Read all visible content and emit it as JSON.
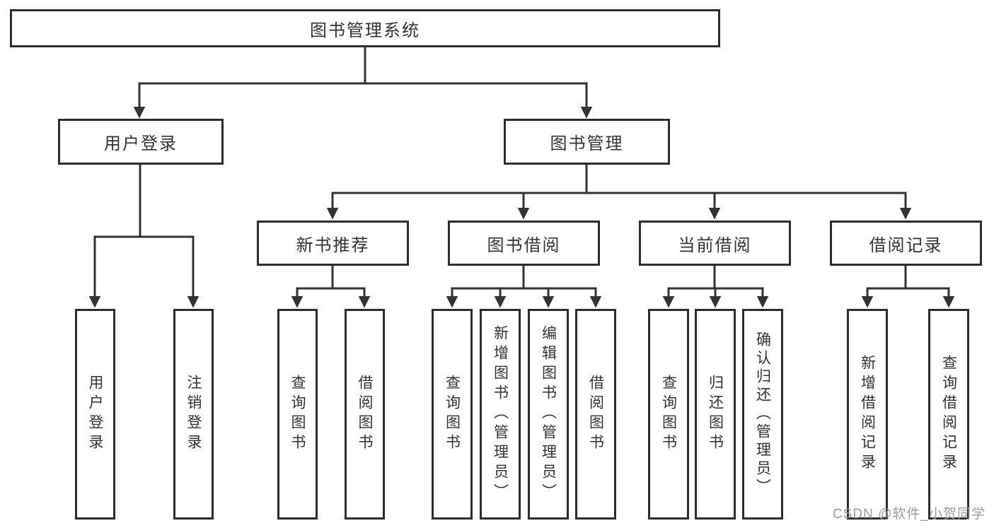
{
  "tree": {
    "root": {
      "label": "图书管理系统",
      "children": [
        {
          "label": "用户登录",
          "children": [
            {
              "label": "用户登录"
            },
            {
              "label": "注销登录"
            }
          ]
        },
        {
          "label": "图书管理",
          "children": [
            {
              "label": "新书推荐",
              "children": [
                {
                  "label": "查询图书"
                },
                {
                  "label": "借阅图书"
                }
              ]
            },
            {
              "label": "图书借阅",
              "children": [
                {
                  "label": "查询图书"
                },
                {
                  "label": "新增图书（管理员）"
                },
                {
                  "label": "编辑图书（管理员）"
                },
                {
                  "label": "借阅图书"
                }
              ]
            },
            {
              "label": "当前借阅",
              "children": [
                {
                  "label": "查询图书"
                },
                {
                  "label": "归还图书"
                },
                {
                  "label": "确认归还（管理员）"
                }
              ]
            },
            {
              "label": "借阅记录",
              "children": [
                {
                  "label": "新增借阅记录"
                },
                {
                  "label": "查询借阅记录"
                }
              ]
            }
          ]
        }
      ]
    }
  },
  "watermark": {
    "text": "CSDN @软件_小贺同学"
  },
  "colors": {
    "line": "#333333",
    "box_border": "#2e2e2e",
    "box_fill": "#ffffff",
    "text": "#333333",
    "watermark": "#9c9c9c",
    "background": "#ffffff"
  }
}
